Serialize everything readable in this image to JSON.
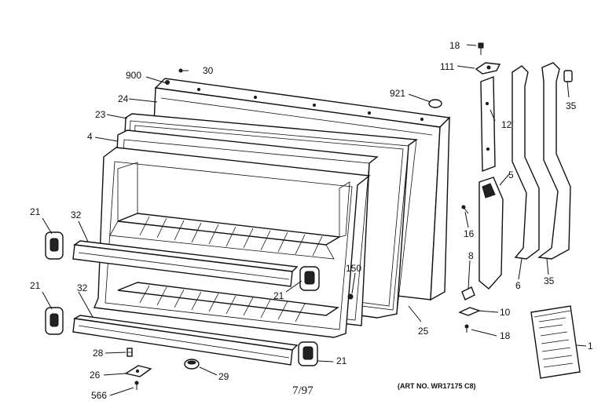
{
  "callouts": {
    "c18_top": "18",
    "c111": "111",
    "c900": "900",
    "c30": "30",
    "c921": "921",
    "c24": "24",
    "c23": "23",
    "c12": "12",
    "c35_top": "35",
    "c4": "4",
    "c5": "5",
    "c21_upper": "21",
    "c32_upper": "32",
    "c16": "16",
    "c8": "8",
    "c150": "150",
    "c21_mid": "21",
    "c6": "6",
    "c35_bottom": "35",
    "c21_lower": "21",
    "c32_lower": "32",
    "c10": "10",
    "c18_bottom": "18",
    "c25": "25",
    "c1": "1",
    "c28": "28",
    "c26": "26",
    "c21_bottom": "21",
    "c29": "29",
    "c566": "566"
  },
  "footer": {
    "date_code": "7/97",
    "art_number": "(ART NO. WR17175 C8)"
  }
}
